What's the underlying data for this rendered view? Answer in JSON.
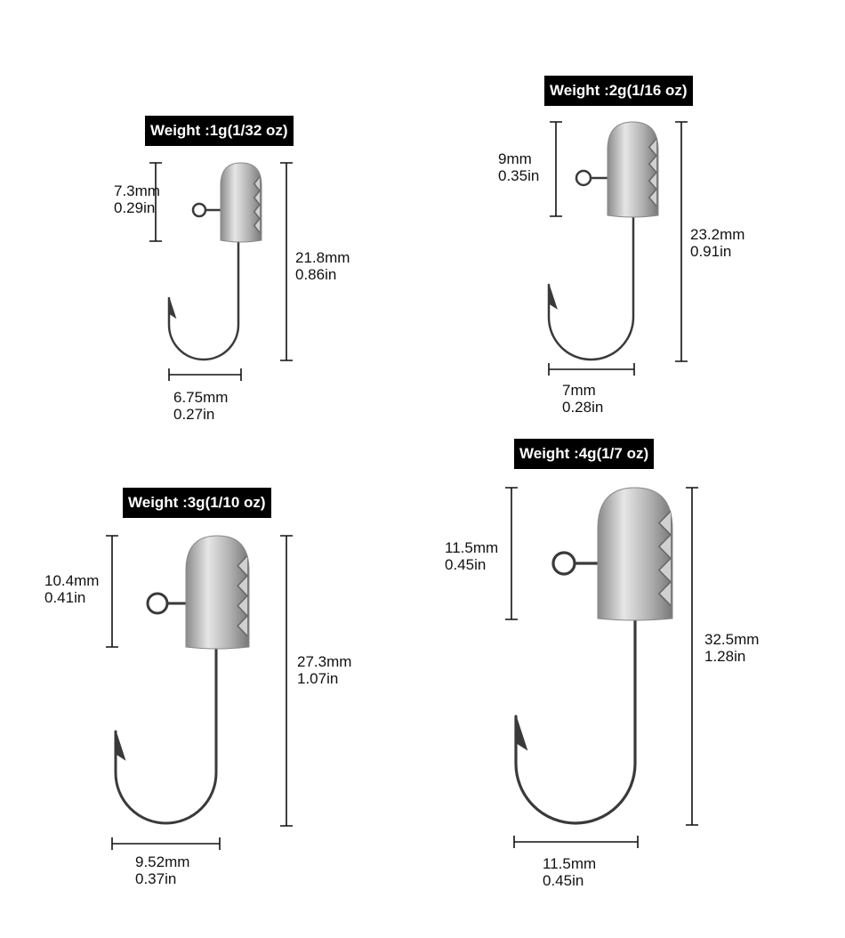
{
  "colors": {
    "label_bg": "#000000",
    "label_text": "#ffffff",
    "hook": "#3a3a3a",
    "head": "#b8b8b8"
  },
  "hooks": [
    {
      "label": "Weight :1g(1/32 oz)",
      "head_mm": "7.3mm",
      "head_in": "0.29in",
      "length_mm": "21.8mm",
      "length_in": "0.86in",
      "width_mm": "6.75mm",
      "width_in": "0.27in"
    },
    {
      "label": "Weight :2g(1/16 oz)",
      "head_mm": "9mm",
      "head_in": "0.35in",
      "length_mm": "23.2mm",
      "length_in": "0.91in",
      "width_mm": "7mm",
      "width_in": "0.28in"
    },
    {
      "label": "Weight :3g(1/10 oz)",
      "head_mm": "10.4mm",
      "head_in": "0.41in",
      "length_mm": "27.3mm",
      "length_in": "1.07in",
      "width_mm": "9.52mm",
      "width_in": "0.37in"
    },
    {
      "label": "Weight :4g(1/7 oz)",
      "head_mm": "11.5mm",
      "head_in": "0.45in",
      "length_mm": "32.5mm",
      "length_in": "1.28in",
      "width_mm": "11.5mm",
      "width_in": "0.45in"
    }
  ]
}
